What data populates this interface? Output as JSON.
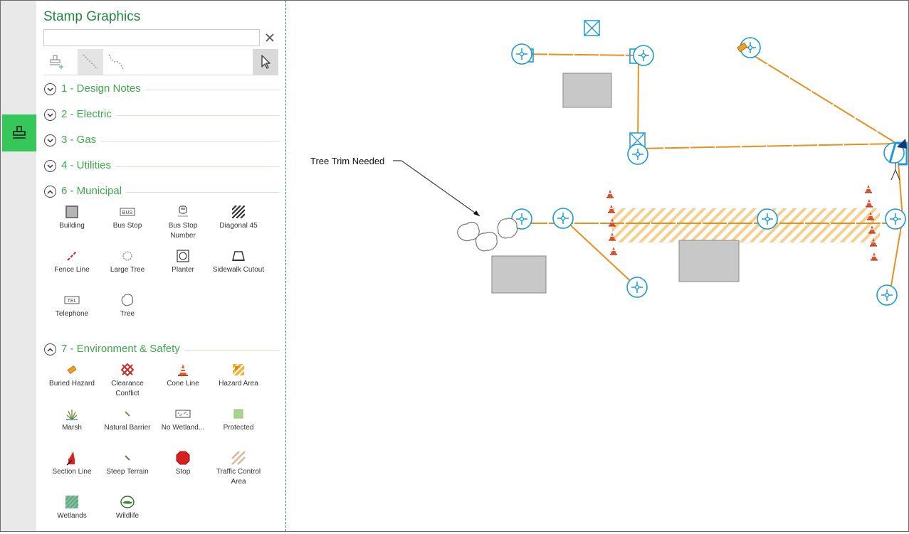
{
  "panel": {
    "title": "Stamp Graphics",
    "search": {
      "value": "",
      "placeholder": ""
    },
    "clear_icon": "close-icon",
    "toolbar": {
      "tools": [
        {
          "name": "add-stamp",
          "icon": "stamp-add-icon"
        },
        {
          "name": "draw-line",
          "icon": "dashed-line-icon",
          "active": true
        },
        {
          "name": "draw-curve",
          "icon": "dotted-curve-icon"
        },
        {
          "name": "select",
          "icon": "pointer-icon",
          "active": true
        }
      ]
    },
    "sections": [
      {
        "label": "1 - Design Notes",
        "expanded": false
      },
      {
        "label": "2 - Electric",
        "expanded": false
      },
      {
        "label": "3 - Gas",
        "expanded": false
      },
      {
        "label": "4 - Utilities",
        "expanded": false
      },
      {
        "label": "6 - Municipal",
        "expanded": true
      },
      {
        "label": "7 - Environment & Safety",
        "expanded": true
      }
    ],
    "municipal_items": [
      {
        "label": "Building",
        "icon": "building-icon"
      },
      {
        "label": "Bus Stop",
        "icon": "bus-stop-icon"
      },
      {
        "label": "Bus Stop Number",
        "icon": "bus-stop-number-icon"
      },
      {
        "label": "Diagonal 45",
        "icon": "diagonal-hatch-icon"
      },
      {
        "label": "Fence Line",
        "icon": "fence-line-icon"
      },
      {
        "label": "Large Tree",
        "icon": "large-tree-icon"
      },
      {
        "label": "Planter",
        "icon": "planter-icon"
      },
      {
        "label": "Sidewalk Cutout",
        "icon": "sidewalk-cutout-icon"
      },
      {
        "label": "Telephone",
        "icon": "telephone-icon"
      },
      {
        "label": "Tree",
        "icon": "tree-icon"
      }
    ],
    "env_items": [
      {
        "label": "Buried Hazard",
        "icon": "buried-hazard-icon"
      },
      {
        "label": "Clearance Conflict",
        "icon": "clearance-conflict-icon"
      },
      {
        "label": "Cone Line",
        "icon": "cone-icon"
      },
      {
        "label": "Hazard Area",
        "icon": "hazard-area-icon"
      },
      {
        "label": "Marsh",
        "icon": "marsh-icon"
      },
      {
        "label": "Natural Barrier",
        "icon": "natural-barrier-icon"
      },
      {
        "label": "No Wetland...",
        "icon": "no-wetland-icon"
      },
      {
        "label": "Protected",
        "icon": "protected-icon"
      },
      {
        "label": "Section Line",
        "icon": "section-line-icon"
      },
      {
        "label": "Steep Terrain",
        "icon": "steep-terrain-icon"
      },
      {
        "label": "Stop",
        "icon": "stop-icon"
      },
      {
        "label": "Traffic Control Area",
        "icon": "traffic-control-area-icon"
      },
      {
        "label": "Wetlands",
        "icon": "wetlands-icon"
      },
      {
        "label": "Wildlife",
        "icon": "wildlife-icon"
      }
    ]
  },
  "sidebar": {
    "active_tab_icon": "stamp-icon"
  },
  "canvas": {
    "annotation": "Tree Trim Needed",
    "colors": {
      "line": "#e8901c",
      "pole": "#1a9ad8",
      "building": "#c8c8c8",
      "hazard": "#f2c77a",
      "cone": "#e0502a"
    }
  },
  "colors": {
    "title": "#21883e",
    "section": "#3aaa49",
    "rail_active": "#35c759"
  }
}
